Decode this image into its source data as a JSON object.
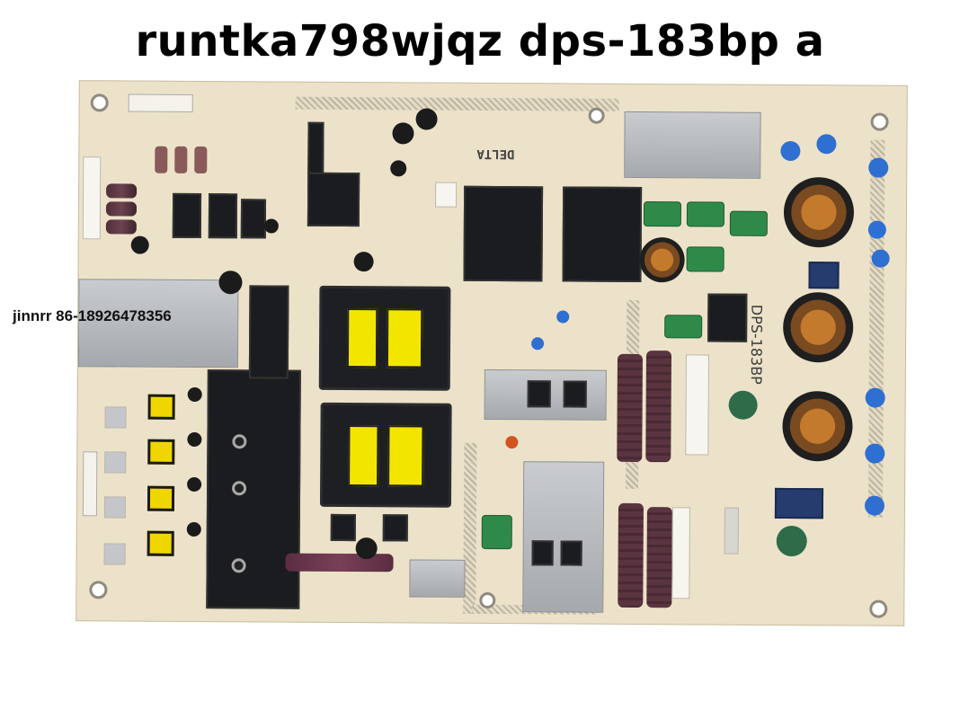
{
  "title": "runtka798wjqz dps-183bp a",
  "watermark": "jinnrr 86-18926478356",
  "board": {
    "silkscreen_model": "DPS-183BP",
    "brand_logo": "DELTA",
    "colors": {
      "pcb": "#ece2c9",
      "transformer_tape": "#f2e600",
      "capacitor_blue": "#2e6fd1",
      "heatsink": "#b8bcc0"
    }
  }
}
